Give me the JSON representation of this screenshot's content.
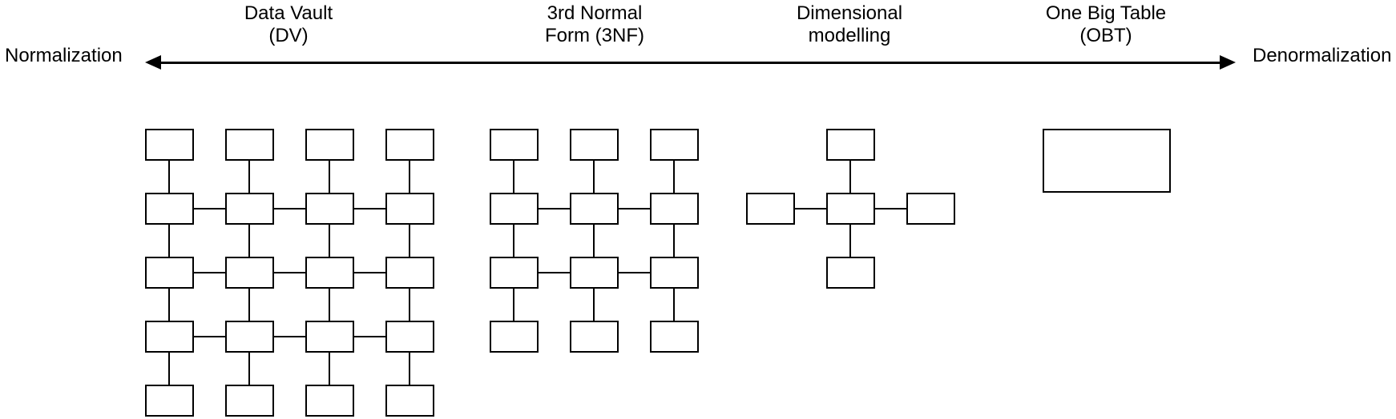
{
  "axis": {
    "left_label": "Normalization",
    "right_label": "Denormalization",
    "line_color": "#000000"
  },
  "approaches": [
    {
      "name": "Data Vault (DV)",
      "line1": "Data Vault",
      "line2": "(DV)"
    },
    {
      "name": "3rd Normal Form (3NF)",
      "line1": "3rd Normal",
      "line2": "Form (3NF)"
    },
    {
      "name": "Dimensional modelling",
      "line1": "Dimensional",
      "line2": "modelling"
    },
    {
      "name": "One Big Table (OBT)",
      "line1": "One Big Table",
      "line2": "(OBT)"
    }
  ],
  "shape_style": {
    "stroke": "#000000",
    "fill": "#ffffff",
    "stroke_width": 2
  },
  "diagrams": [
    {
      "name": "data-vault-schema",
      "box_size": [
        61,
        40
      ],
      "boxes": [
        [
          181,
          161
        ],
        [
          281,
          161
        ],
        [
          381,
          161
        ],
        [
          481,
          161
        ],
        [
          181,
          241
        ],
        [
          281,
          241
        ],
        [
          381,
          241
        ],
        [
          481,
          241
        ],
        [
          181,
          321
        ],
        [
          281,
          321
        ],
        [
          381,
          321
        ],
        [
          481,
          321
        ],
        [
          181,
          401
        ],
        [
          281,
          401
        ],
        [
          381,
          401
        ],
        [
          481,
          401
        ],
        [
          181,
          481
        ],
        [
          281,
          481
        ],
        [
          381,
          481
        ],
        [
          481,
          481
        ]
      ],
      "connectors": [
        [
          211,
          201,
          211,
          241
        ],
        [
          311,
          201,
          311,
          241
        ],
        [
          411,
          201,
          411,
          241
        ],
        [
          511,
          201,
          511,
          241
        ],
        [
          211,
          281,
          211,
          321
        ],
        [
          311,
          281,
          311,
          321
        ],
        [
          411,
          281,
          411,
          321
        ],
        [
          511,
          281,
          511,
          321
        ],
        [
          211,
          361,
          211,
          401
        ],
        [
          311,
          361,
          311,
          401
        ],
        [
          411,
          361,
          411,
          401
        ],
        [
          511,
          361,
          511,
          401
        ],
        [
          211,
          441,
          211,
          481
        ],
        [
          311,
          441,
          311,
          481
        ],
        [
          411,
          441,
          411,
          481
        ],
        [
          511,
          441,
          511,
          481
        ],
        [
          242,
          261,
          281,
          261
        ],
        [
          342,
          261,
          381,
          261
        ],
        [
          442,
          261,
          481,
          261
        ],
        [
          242,
          341,
          281,
          341
        ],
        [
          342,
          341,
          381,
          341
        ],
        [
          442,
          341,
          481,
          341
        ],
        [
          242,
          421,
          281,
          421
        ],
        [
          342,
          421,
          381,
          421
        ],
        [
          442,
          421,
          481,
          421
        ]
      ]
    },
    {
      "name": "third-normal-form-schema",
      "box_size": [
        61,
        40
      ],
      "boxes": [
        [
          611,
          161
        ],
        [
          711,
          161
        ],
        [
          811,
          161
        ],
        [
          611,
          241
        ],
        [
          711,
          241
        ],
        [
          811,
          241
        ],
        [
          611,
          321
        ],
        [
          711,
          321
        ],
        [
          811,
          321
        ],
        [
          611,
          401
        ],
        [
          711,
          401
        ],
        [
          811,
          401
        ]
      ],
      "connectors": [
        [
          641,
          201,
          641,
          241
        ],
        [
          741,
          201,
          741,
          241
        ],
        [
          841,
          201,
          841,
          241
        ],
        [
          641,
          281,
          641,
          321
        ],
        [
          741,
          281,
          741,
          321
        ],
        [
          841,
          281,
          841,
          321
        ],
        [
          641,
          361,
          641,
          401
        ],
        [
          741,
          361,
          741,
          401
        ],
        [
          841,
          361,
          841,
          401
        ],
        [
          672,
          261,
          711,
          261
        ],
        [
          772,
          261,
          811,
          261
        ],
        [
          672,
          341,
          711,
          341
        ],
        [
          772,
          341,
          811,
          341
        ]
      ]
    },
    {
      "name": "dimensional-model-schema",
      "box_size": [
        61,
        40
      ],
      "boxes": [
        [
          1031,
          161
        ],
        [
          931,
          241
        ],
        [
          1031,
          241
        ],
        [
          1131,
          241
        ],
        [
          1031,
          321
        ]
      ],
      "connectors": [
        [
          1061,
          201,
          1061,
          241
        ],
        [
          1061,
          281,
          1061,
          321
        ],
        [
          992,
          261,
          1031,
          261
        ],
        [
          1092,
          261,
          1131,
          261
        ]
      ]
    },
    {
      "name": "one-big-table-schema",
      "box_size": [
        160,
        80
      ],
      "boxes": [
        [
          1301,
          161
        ]
      ],
      "connectors": []
    }
  ]
}
